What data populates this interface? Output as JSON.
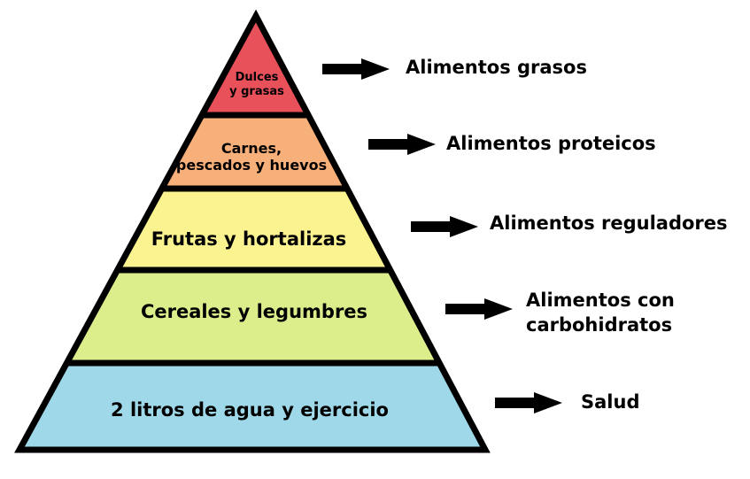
{
  "diagram": {
    "tiers": [
      {
        "lines": [
          "Dulces",
          "y grasas"
        ],
        "category_lines": [
          "Alimentos grasos"
        ],
        "fill": "#e8505a"
      },
      {
        "lines": [
          "Carnes,",
          "pescados y huevos"
        ],
        "category_lines": [
          "Alimentos proteicos"
        ],
        "fill": "#f7b07a"
      },
      {
        "lines": [
          "Frutas y hortalizas"
        ],
        "category_lines": [
          "Alimentos reguladores"
        ],
        "fill": "#fbf390"
      },
      {
        "lines": [
          "Cereales y legumbres"
        ],
        "category_lines": [
          "Alimentos con",
          "carbohidratos"
        ],
        "fill": "#dcee8c"
      },
      {
        "lines": [
          "2 litros de agua y ejercicio"
        ],
        "category_lines": [
          "Salud"
        ],
        "fill": "#9fd8e8"
      }
    ],
    "outline_color": "#000000",
    "arrow_color": "#000000"
  }
}
